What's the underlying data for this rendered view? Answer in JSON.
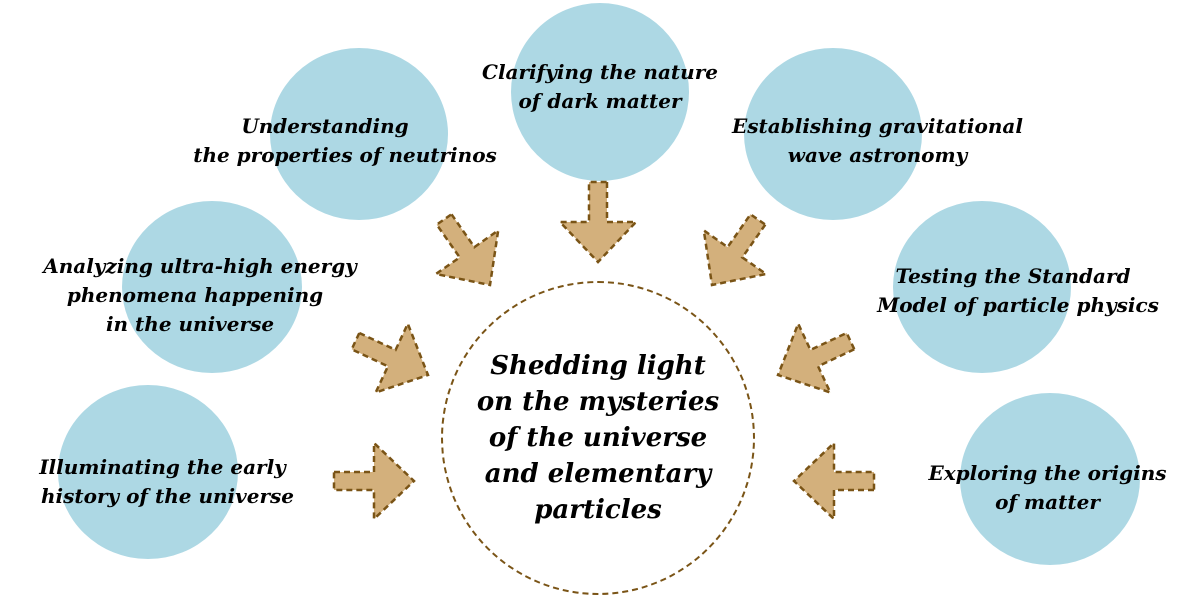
{
  "center": {
    "lines": [
      "Shedding light",
      "on the mysteries",
      "of the universe",
      "and elementary",
      "particles"
    ]
  },
  "topics": [
    {
      "id": "dark-matter",
      "lines": [
        "Clarifying the nature",
        "of dark matter"
      ]
    },
    {
      "id": "neutrinos",
      "lines": [
        "Understanding",
        "the properties of neutrinos"
      ]
    },
    {
      "id": "gravitational-wave",
      "lines": [
        "Establishing gravitational",
        "wave astronomy"
      ]
    },
    {
      "id": "ultra-high-energy",
      "lines": [
        "Analyzing ultra-high energy",
        "phenomena happening",
        "in the universe"
      ]
    },
    {
      "id": "standard-model",
      "lines": [
        "Testing the Standard",
        "Model of particle physics"
      ]
    },
    {
      "id": "early-history",
      "lines": [
        "Illuminating the early",
        "history of the universe"
      ]
    },
    {
      "id": "origins-of-matter",
      "lines": [
        "Exploring the origins",
        "of matter"
      ]
    }
  ],
  "colors": {
    "bubble": "#add8e4",
    "arrow_fill": "#d3b07c",
    "arrow_stroke": "#7a5416",
    "ring": "#7a5416"
  }
}
